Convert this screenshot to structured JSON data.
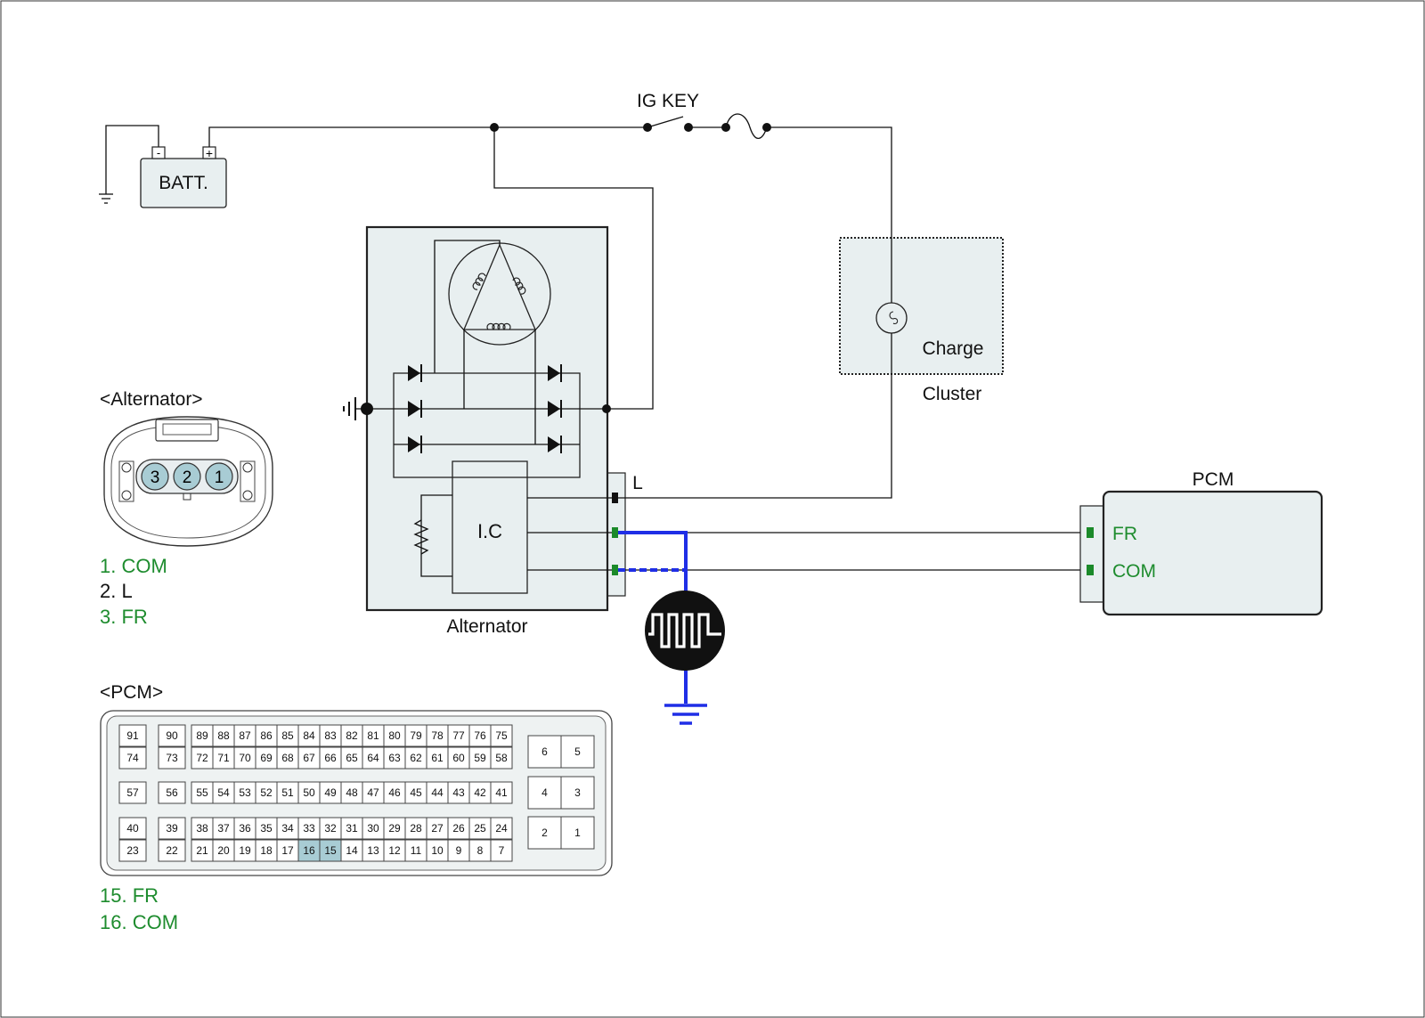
{
  "battery": {
    "label": "BATT.",
    "neg": "-",
    "pos": "+"
  },
  "ig_key": {
    "label": "IG KEY"
  },
  "alternator": {
    "label": "Alternator",
    "ic_label": "I.C",
    "l_terminal": "L"
  },
  "cluster": {
    "charge_label": "Charge",
    "label": "Cluster"
  },
  "pcm_module": {
    "label": "PCM",
    "fr_label": "FR",
    "com_label": "COM"
  },
  "alt_connector": {
    "title": "<Alternator>",
    "pins": [
      "3",
      "2",
      "1"
    ],
    "legend": [
      {
        "text": "1. COM",
        "highlight": true
      },
      {
        "text": "2. L",
        "highlight": false
      },
      {
        "text": "3. FR",
        "highlight": true
      }
    ]
  },
  "pcm_connector": {
    "title": "<PCM>",
    "top_left_a": [
      "91",
      "74"
    ],
    "top_left_b": [
      "90",
      "73"
    ],
    "row1": [
      "89",
      "88",
      "87",
      "86",
      "85",
      "84",
      "83",
      "82",
      "81",
      "80",
      "79",
      "78",
      "77",
      "76",
      "75"
    ],
    "row2": [
      "72",
      "71",
      "70",
      "69",
      "68",
      "67",
      "66",
      "65",
      "64",
      "63",
      "62",
      "61",
      "60",
      "59",
      "58"
    ],
    "mid_left_a": "57",
    "mid_left_b": "56",
    "row3": [
      "55",
      "54",
      "53",
      "52",
      "51",
      "50",
      "49",
      "48",
      "47",
      "46",
      "45",
      "44",
      "43",
      "42",
      "41"
    ],
    "bot_left_a": [
      "40",
      "23"
    ],
    "bot_left_b": [
      "39",
      "22"
    ],
    "row4": [
      "38",
      "37",
      "36",
      "35",
      "34",
      "33",
      "32",
      "31",
      "30",
      "29",
      "28",
      "27",
      "26",
      "25",
      "24"
    ],
    "row5": [
      "21",
      "20",
      "19",
      "18",
      "17",
      "16",
      "15",
      "14",
      "13",
      "12",
      "11",
      "10",
      "9",
      "8",
      "7"
    ],
    "right_grid": [
      [
        "6",
        "5"
      ],
      [
        "4",
        "3"
      ],
      [
        "2",
        "1"
      ]
    ],
    "highlighted_pins": [
      "16",
      "15"
    ],
    "legend": [
      {
        "text": "15. FR",
        "highlight": true
      },
      {
        "text": "16. COM",
        "highlight": true
      }
    ]
  },
  "colors": {
    "highlight_text": "#1e8c2e",
    "signal_wire": "#1f2ee6",
    "module_fill": "#e8eff0",
    "pin_highlight": "#a8ccd4"
  }
}
